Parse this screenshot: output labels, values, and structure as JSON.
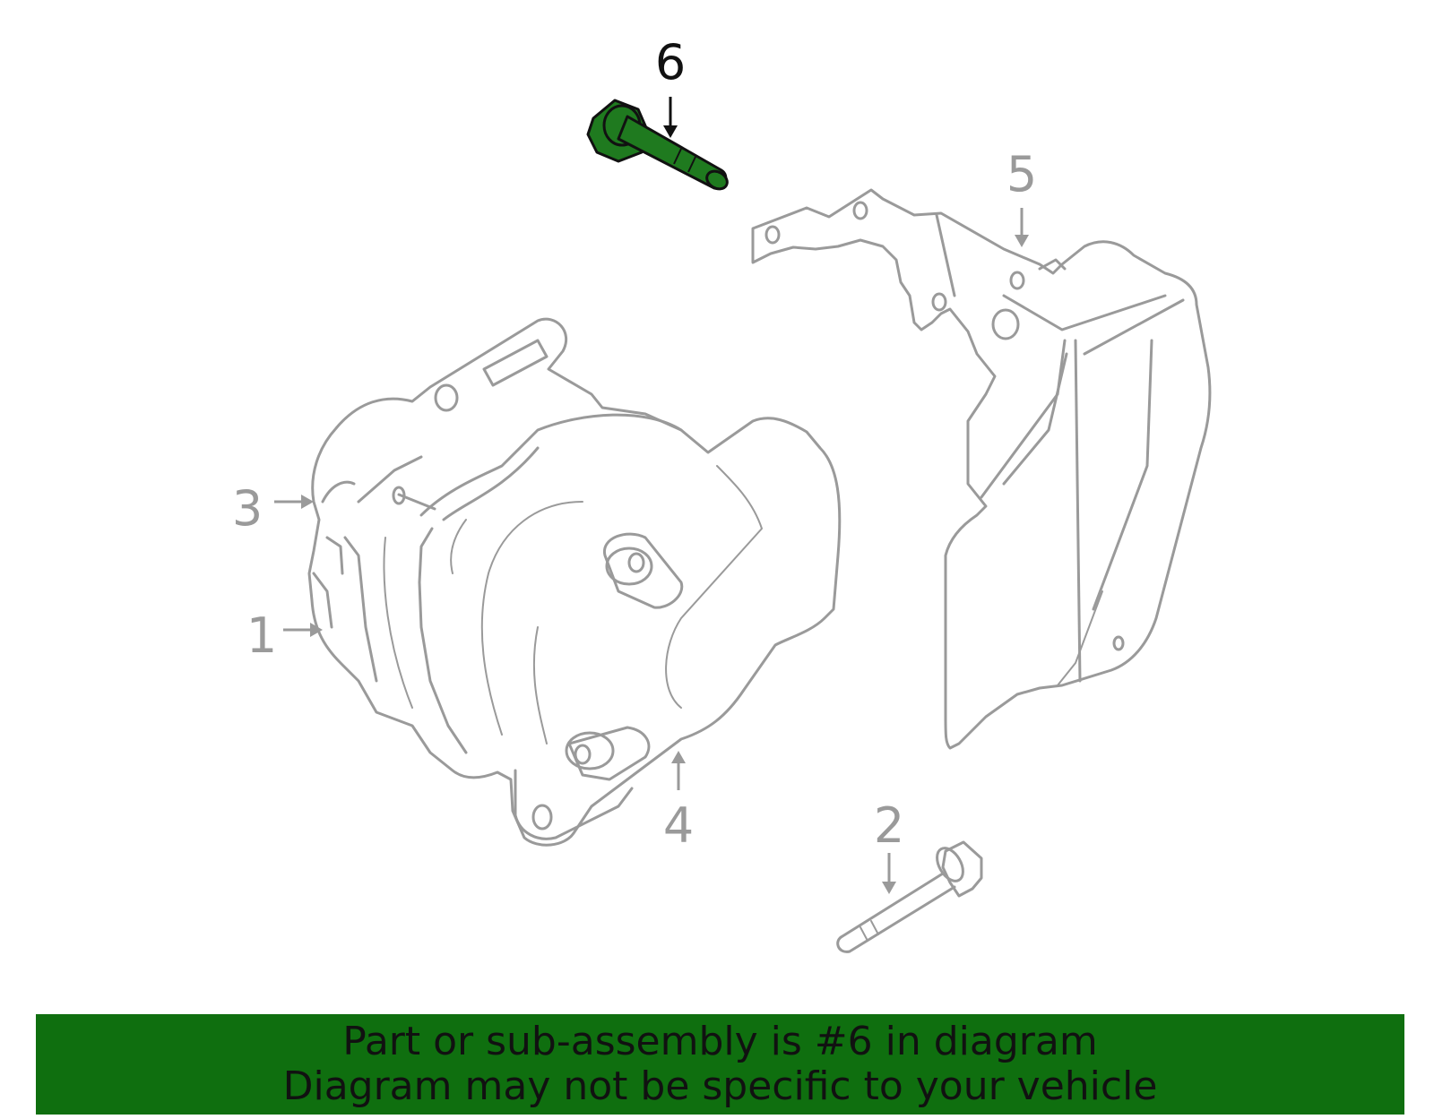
{
  "colors": {
    "highlight": "#1f7a1f",
    "banner": "#0f6f0f",
    "part_line": "#9a9a9a",
    "highlight_label": "#111111"
  },
  "callouts": {
    "c1": "1",
    "c2": "2",
    "c3": "3",
    "c4": "4",
    "c5": "5",
    "c6": "6"
  },
  "highlighted_part": "6",
  "banner": {
    "line1": "Part or sub-assembly is #6 in diagram",
    "line2": "Diagram may not be specific to your vehicle"
  }
}
